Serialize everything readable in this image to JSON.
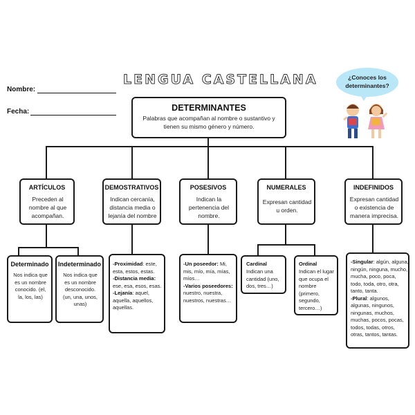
{
  "header": {
    "title": "LENGUA CASTELLANA",
    "nombre_label": "Nombre:",
    "fecha_label": "Fecha:",
    "bubble_text": "¿Conoces los determinantes?"
  },
  "root": {
    "title": "DETERMINANTES",
    "text": "Palabras que acompañan al nombre o sustantivo y tienen su mismo género y número."
  },
  "categories": [
    {
      "title": "ARTÍCULOS",
      "text": "Preceden al nombre al que acompañan."
    },
    {
      "title": "DEMOSTRATIVOS",
      "text": "Indican cercanía, distancia media o lejanía del nombre"
    },
    {
      "title": "POSESIVOS",
      "text": "Indican la pertenencia del nombre."
    },
    {
      "title": "NUMERALES",
      "text": "Expresan cantidad u orden."
    },
    {
      "title": "INDEFINIDOS",
      "text": "Expresan cantidad o existencia de manera imprecisa."
    }
  ],
  "articulos": {
    "determinado": {
      "title": "Determinado",
      "text": "Nos indica que es un nombre conocido. (el, la, los, las)"
    },
    "indeterminado": {
      "title": "Indeterminado",
      "text": "Nos indica que es un nombre desconocido. (un, una, unos, unas)"
    }
  },
  "demostrativos": {
    "prox_label": "-Proximidad",
    "prox_text": "este, esta, estos, estas.",
    "media_label": "-Distancia media:",
    "media_text": "ese, esa, esos, esas.",
    "lejania_label": "-Lejanía",
    "lejania_text": "aquel, aquella, aquellos, aquellas."
  },
  "posesivos": {
    "uno_label": "-Un poseedor:",
    "uno_text": "Mi, mis, mío, mía, mías, míos…",
    "varios_label": "-Varios poseedores:",
    "varios_text": "nuestro, nuestra, nuestros, nuestras…"
  },
  "numerales": {
    "cardinal": {
      "title": "Cardinal",
      "text": "Indican una cantidad (uno, dos, tres…)"
    },
    "ordinal": {
      "title": "Ordinal",
      "text": "Indican el lugar que ocupa el nombre (primero, segundo, tercero…)"
    }
  },
  "indefinidos": {
    "singular_label": "-Singular",
    "singular_text": "algún, alguna, ningún, ninguna, mucho, mucha, poco, poca, todo, toda, otro, otra, tanto, tanta.",
    "plural_label": "-Plural",
    "plural_text": "algunos, algunas, ningunos, ningunas, muchos, muchas, pocos, pocas, todos, todas, otros, otras, tantos, tantas."
  }
}
